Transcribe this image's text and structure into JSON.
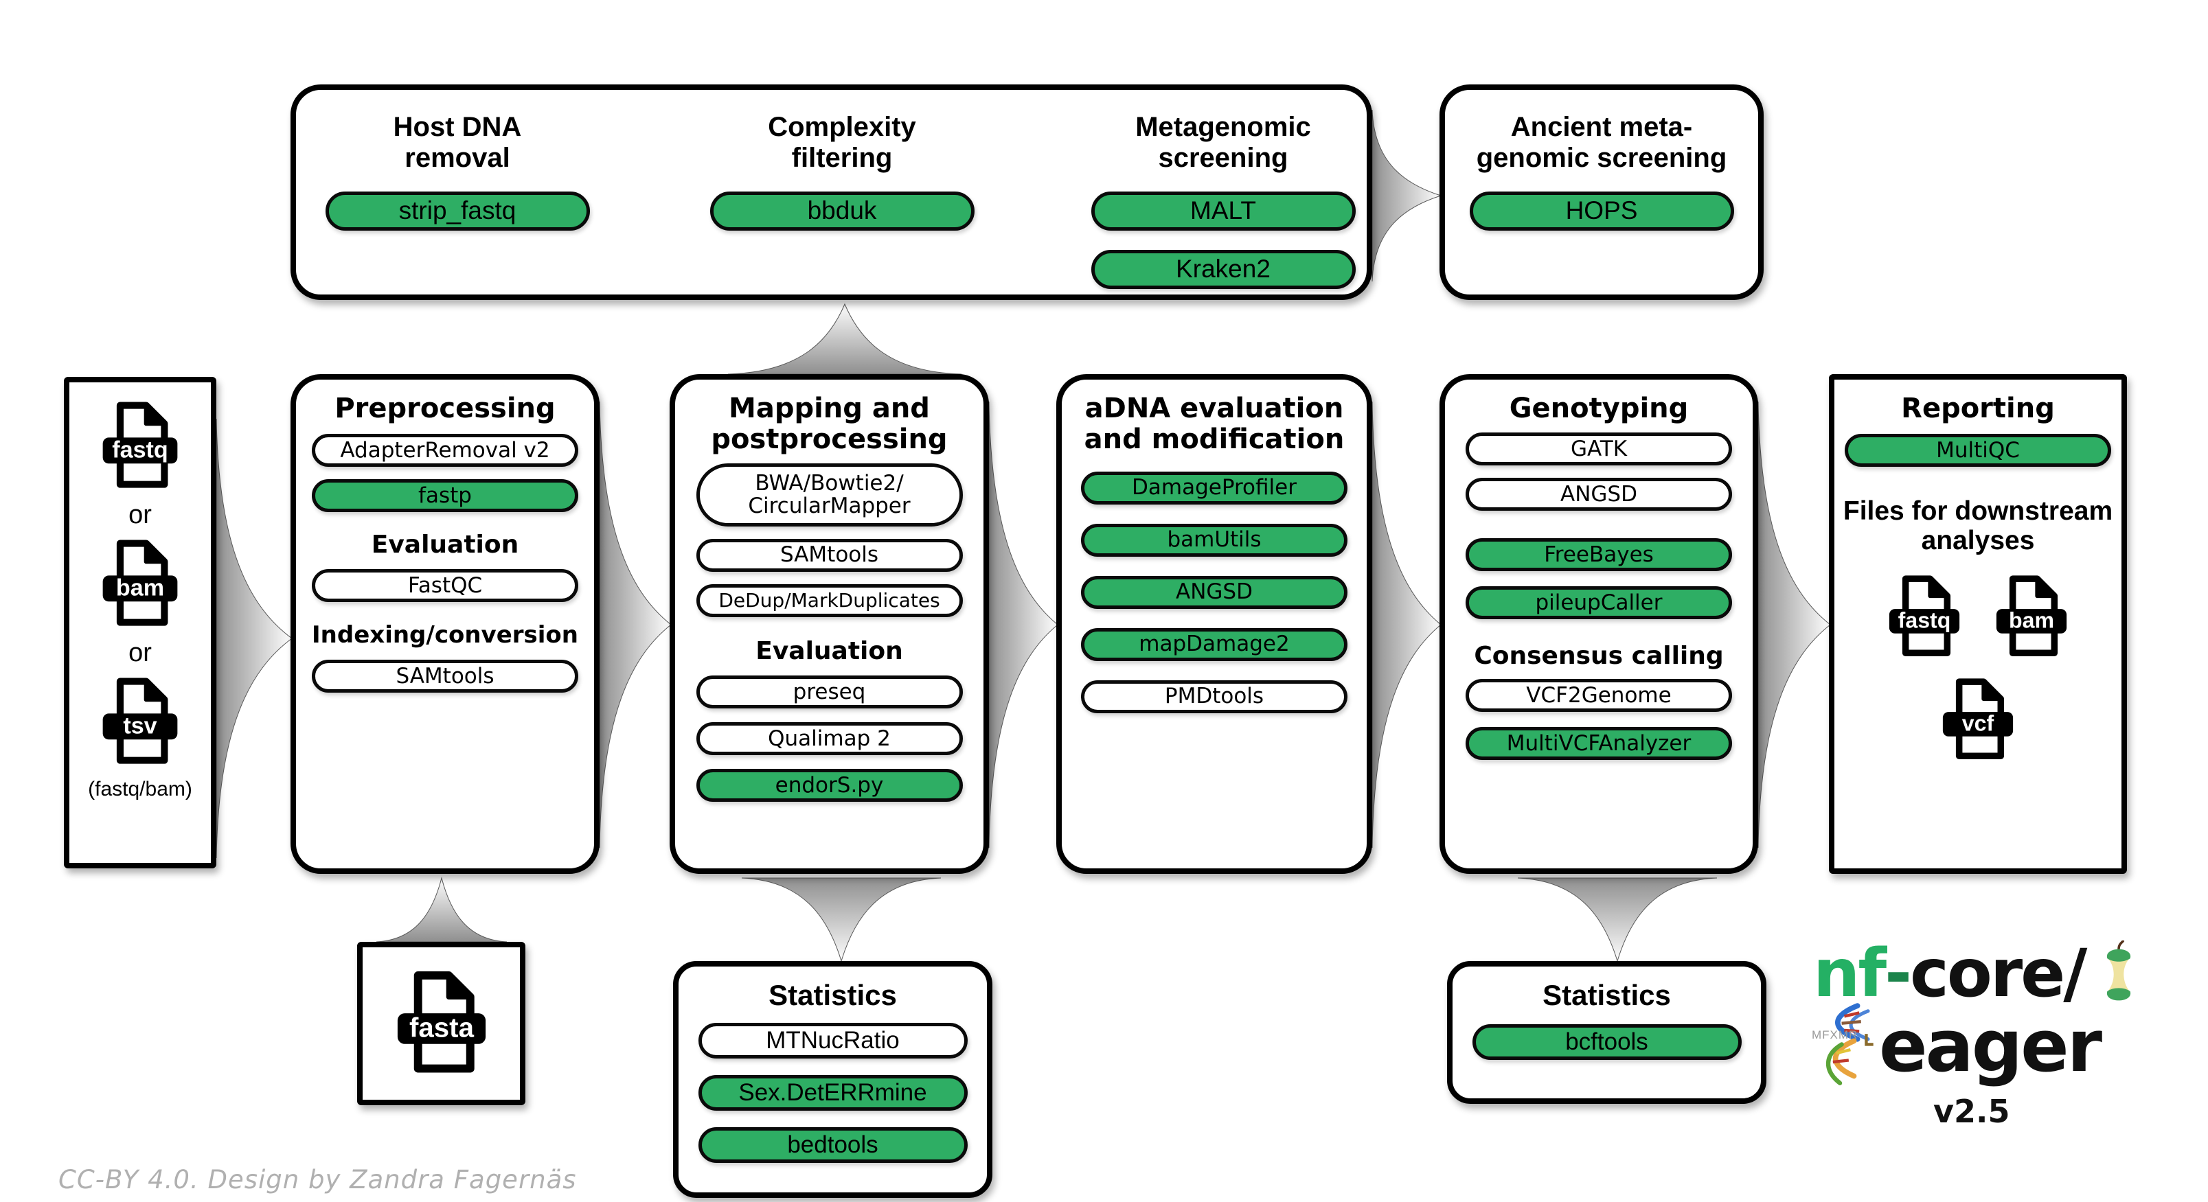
{
  "colors": {
    "green": "#2EAE64",
    "logo_green": "#24B064",
    "apple_green": "#3FA45C",
    "apple_cream": "#EFE3A0",
    "stem_brown": "#55331C",
    "arrow_dark": "#8F8F8F",
    "arrow_light": "#FDFDFD",
    "footer_gray": "#B0B0B0"
  },
  "input_panel": {
    "file1": "fastq",
    "or1": "or",
    "file2": "bam",
    "or2": "or",
    "file3": "tsv",
    "caption": "(fastq/bam)"
  },
  "top_panel": {
    "host": {
      "title_line1": "Host DNA",
      "title_line2": "removal",
      "tool1": "strip_fastq"
    },
    "complexity": {
      "title_line1": "Complexity",
      "title_line2": "filtering",
      "tool1": "bbduk"
    },
    "metagenomic": {
      "title_line1": "Metagenomic",
      "title_line2": "screening",
      "tool1": "MALT",
      "tool2": "Kraken2"
    }
  },
  "hops_panel": {
    "title_line1": "Ancient meta-",
    "title_line2": "genomic screening",
    "tool1": "HOPS"
  },
  "preprocessing": {
    "title": "Preprocessing",
    "tool1": "AdapterRemoval v2",
    "tool2": "fastp",
    "heading_evaluation": "Evaluation",
    "tool3": "FastQC",
    "heading_indexing": "Indexing/conversion",
    "tool4": "SAMtools"
  },
  "mapping": {
    "title_line1": "Mapping and",
    "title_line2": "postprocessing",
    "tool1_line1": "BWA/Bowtie2/",
    "tool1_line2": "CircularMapper",
    "tool2": "SAMtools",
    "tool3": "DeDup/MarkDuplicates",
    "heading_evaluation": "Evaluation",
    "tool4": "preseq",
    "tool5": "Qualimap 2",
    "tool6": "endorS.py"
  },
  "adna": {
    "title_line1": "aDNA evaluation",
    "title_line2": "and modification",
    "tool1": "DamageProfiler",
    "tool2": "bamUtils",
    "tool3": "ANGSD",
    "tool4": "mapDamage2",
    "tool5": "PMDtools"
  },
  "genotyping": {
    "title": "Genotyping",
    "tool1": "GATK",
    "tool2": "ANGSD",
    "tool3": "FreeBayes",
    "tool4": "pileupCaller",
    "heading_consensus": "Consensus calling",
    "tool5": "VCF2Genome",
    "tool6": "MultiVCFAnalyzer"
  },
  "reporting": {
    "title": "Reporting",
    "tool1": "MultiQC",
    "heading_files_line1": "Files for downstream",
    "heading_files_line2": "analyses",
    "file1": "fastq",
    "file2": "bam",
    "file3": "vcf"
  },
  "fasta_panel": {
    "file1": "fasta"
  },
  "stats_mid": {
    "title": "Statistics",
    "tool1": "MTNucRatio",
    "tool2": "Sex.DetERRmine",
    "tool3": "bedtools"
  },
  "stats_right": {
    "title": "Statistics",
    "tool1": "bcftools"
  },
  "logo": {
    "nf": "nf",
    "hyphen": "-",
    "core": "core/",
    "name": "eager",
    "version": "v2.5",
    "runes": "MFXMR"
  },
  "footer": {
    "license_text": "CC-BY 4.0. Design by Zandra Fagernäs"
  }
}
